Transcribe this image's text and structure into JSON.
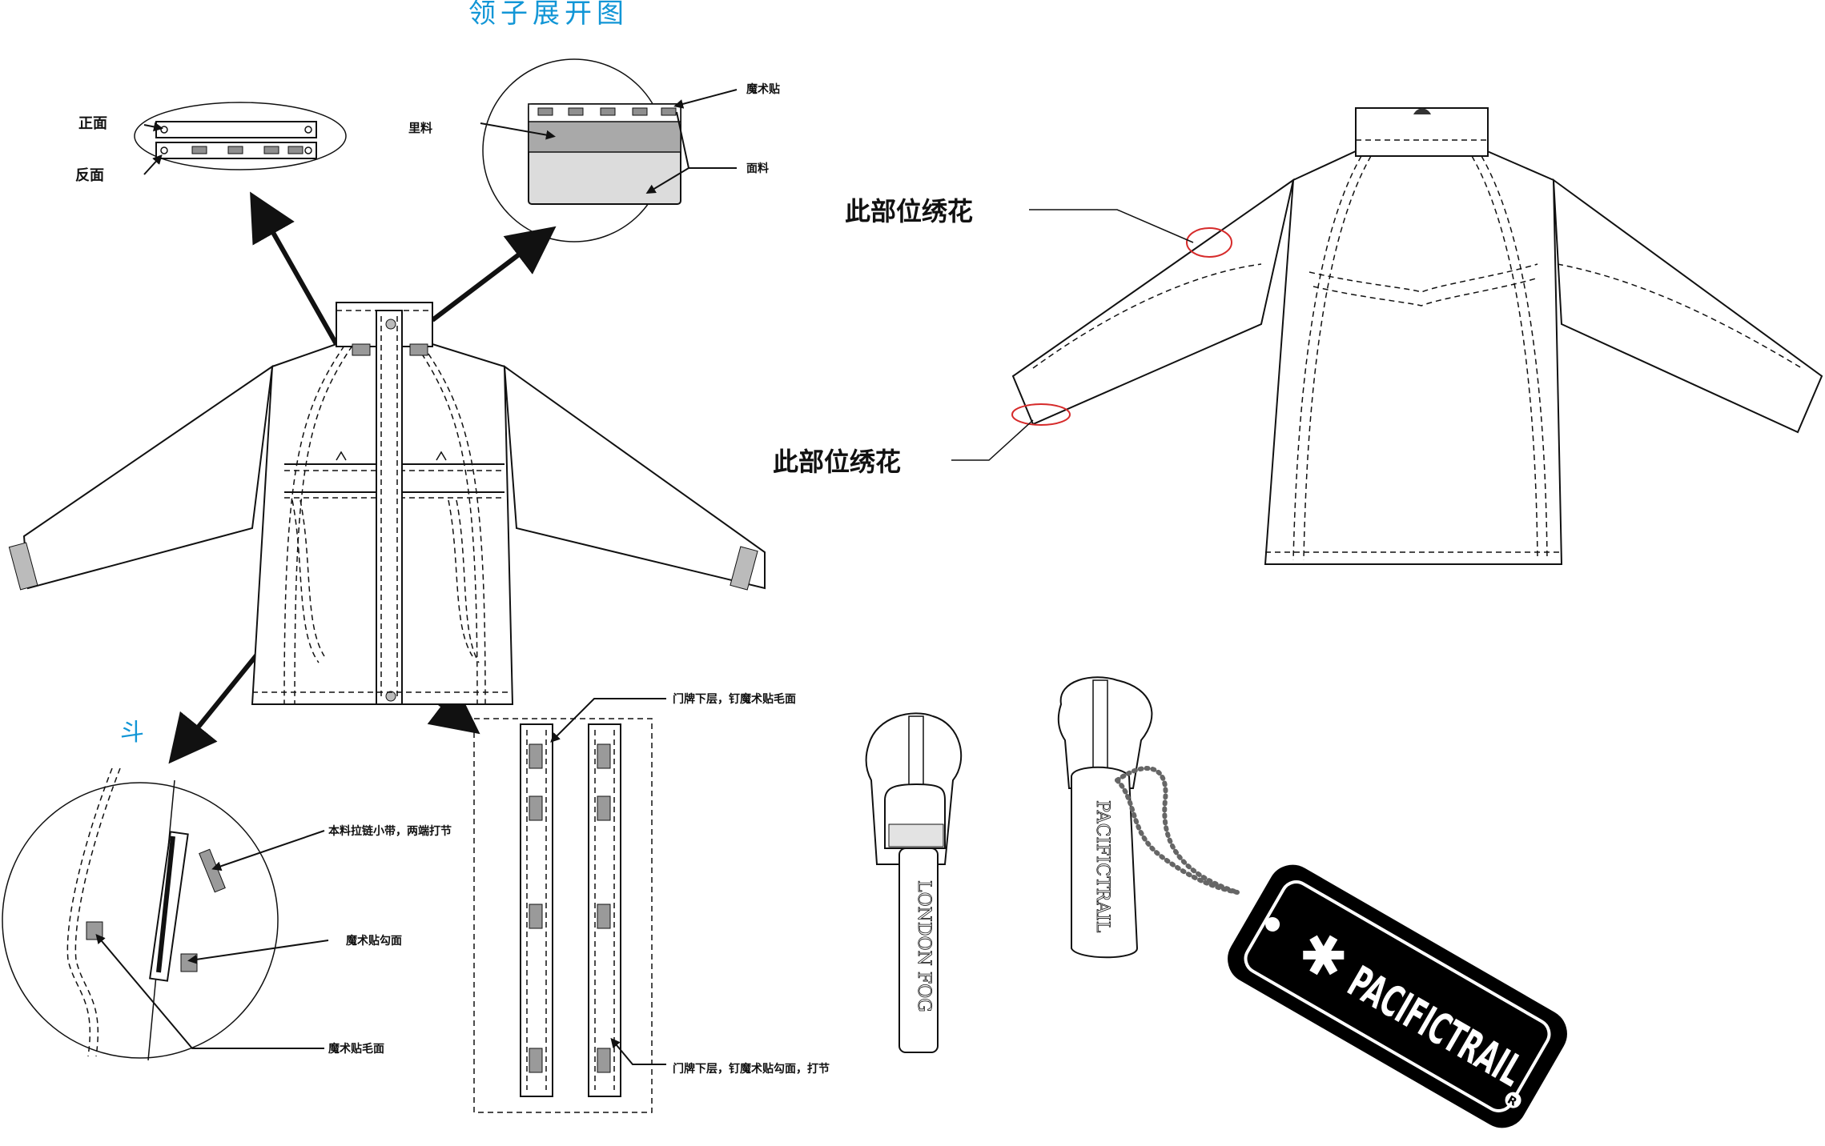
{
  "title": "领子展开图",
  "blue_mark": "斗",
  "collar": {
    "front_label": "正面",
    "back_label": "反面",
    "lining_label": "里料",
    "velcro_label": "魔术贴",
    "shell_label": "面料"
  },
  "back_view": {
    "embroidery_upper": "此部位绣花",
    "embroidery_lower": "此部位绣花"
  },
  "pocket_detail": {
    "zipper_tab_label": "本料拉链小带，两端打节",
    "velcro_hook_label": "魔术贴勾面",
    "velcro_loop_label": "魔术贴毛面"
  },
  "placket_detail": {
    "top_label": "门牌下层，钉魔术贴毛面",
    "bottom_label": "门牌下层，钉魔术贴勾面，打节"
  },
  "zipper_pulls": {
    "pull_one_text": "LONDON FOG",
    "pull_two_text": "PACIFICTRAIL",
    "tag_brand": "PACIFICTRAIL",
    "tag_registered": "R"
  },
  "colors": {
    "accent_blue": "#1296d6",
    "embroidery_circle": "#d62b2b",
    "velcro_gray": "#9a9a9a",
    "lining_gray": "#a9a9a9",
    "shell_gray": "#dcdcdc",
    "tag_black": "#000000"
  }
}
